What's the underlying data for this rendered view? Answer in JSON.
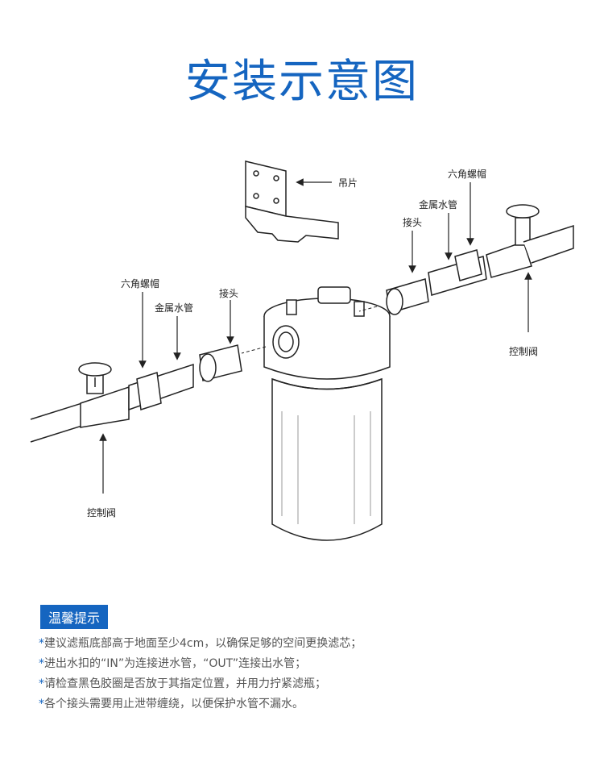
{
  "title": "安装示意图",
  "labels": {
    "bracket": "吊片",
    "right_nut": "六角螺帽",
    "right_pipe": "金属水管",
    "right_connector": "接头",
    "right_valve": "控制阀",
    "left_nut": "六角螺帽",
    "left_pipe": "金属水管",
    "left_connector": "接头",
    "left_valve": "控制阀"
  },
  "tips": {
    "badge": "温馨提示",
    "items": [
      "建议滤瓶底部高于地面至少4cm，以确保足够的空间更换滤芯；",
      "进出水扣的“IN”为连接进水管，“OUT”连接出水管；",
      "请检查黑色胶圈是否放于其指定位置，并用力拧紧滤瓶；",
      "各个接头需要用止泄带缠绕，以便保护水管不漏水。"
    ],
    "marker": "*"
  },
  "colors": {
    "accent": "#1565c0",
    "line": "#222222"
  }
}
